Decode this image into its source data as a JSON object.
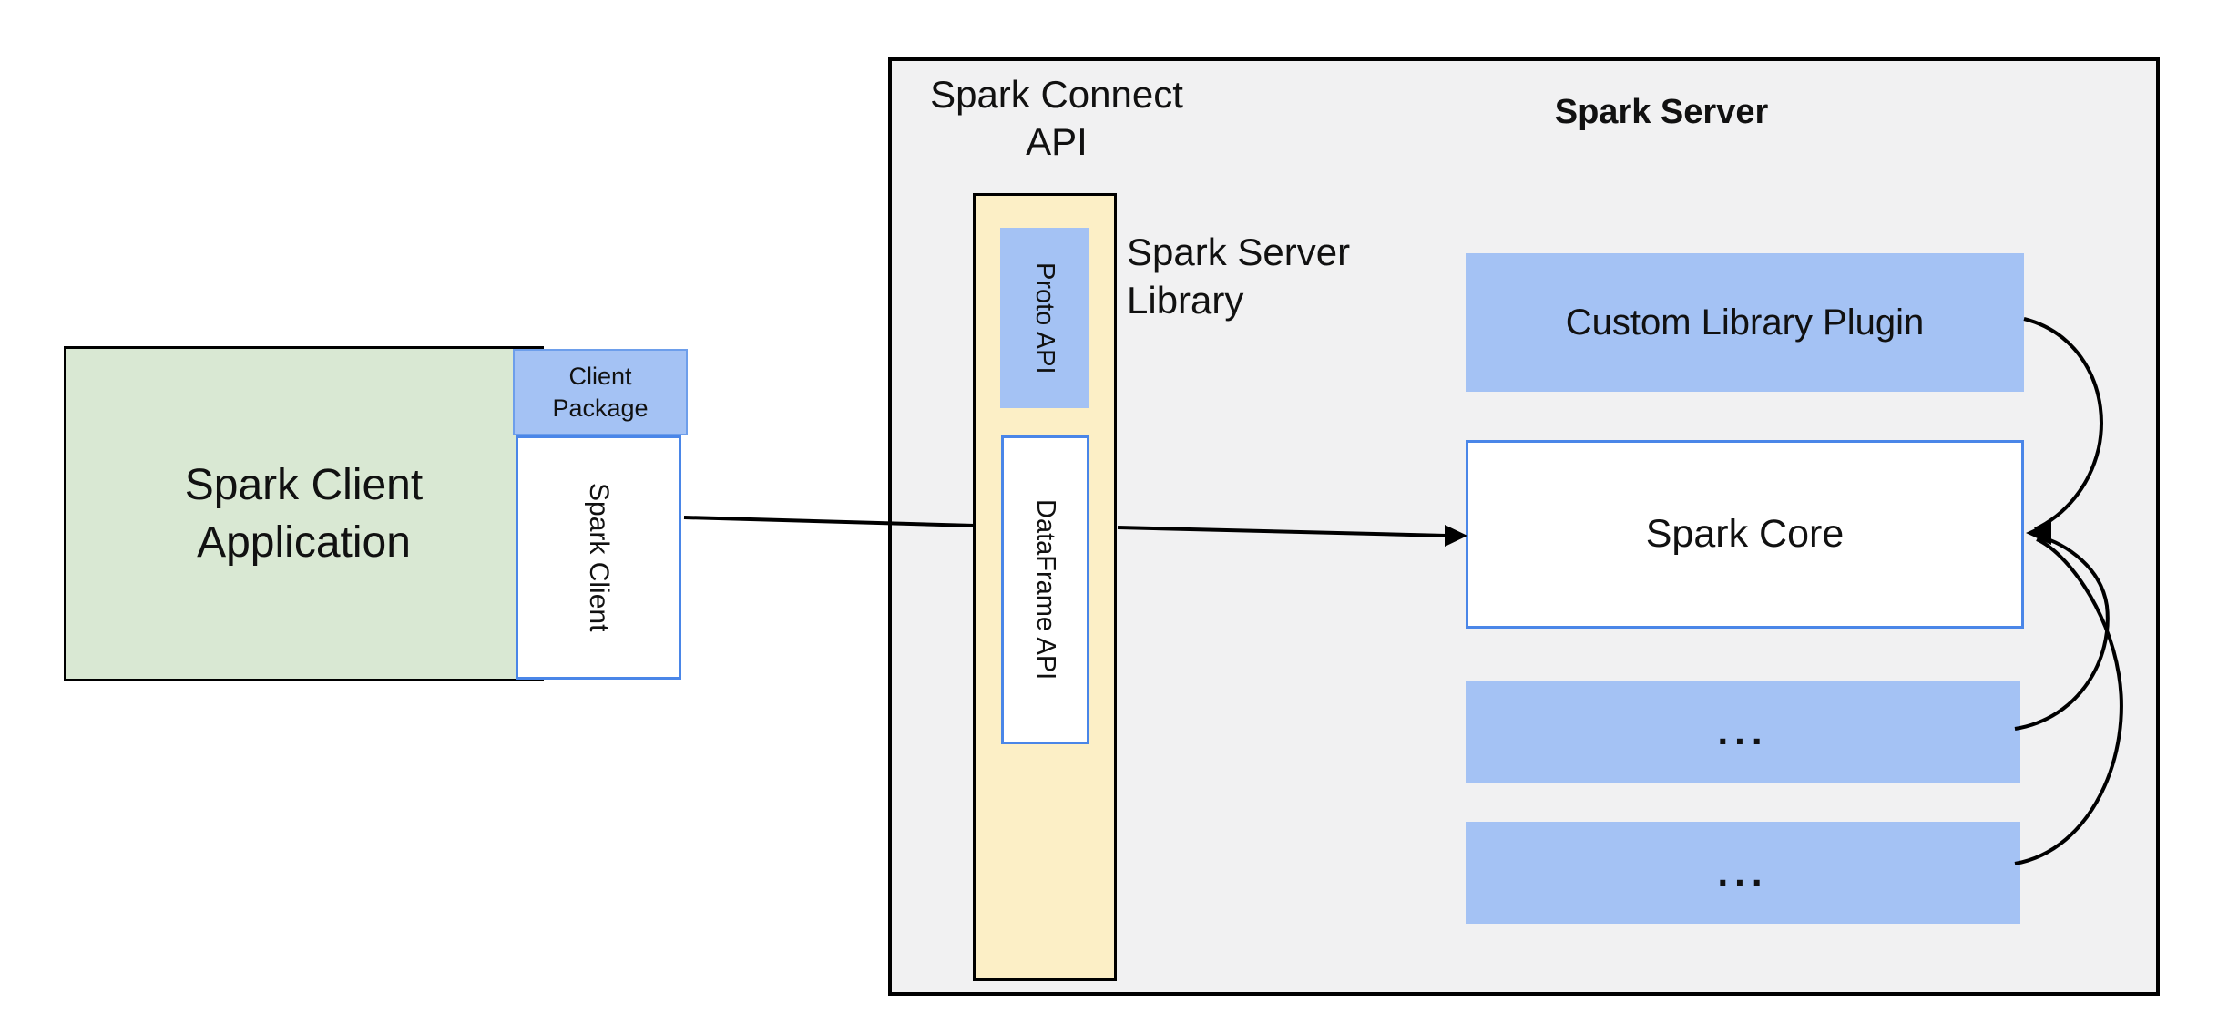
{
  "diagram": {
    "client": {
      "app_label": "Spark Client Application",
      "package_label": "Client Package",
      "client_label": "Spark Client"
    },
    "connect": {
      "api_label": "Spark Connect API",
      "proto_label": "Proto API",
      "dataframe_label": "DataFrame API",
      "server_library_label": "Spark Server Library"
    },
    "server": {
      "title": "Spark Server",
      "plugin_label": "Custom Library Plugin",
      "core_label": "Spark Core",
      "ellipsis_1": "...",
      "ellipsis_2": "..."
    },
    "colors": {
      "client_app_fill": "#d9e8d3",
      "blue_box_fill": "#a4c2f4",
      "connect_column_fill": "#fcefc6",
      "server_panel_fill": "#f1f1f2",
      "blue_border": "#4a86e8",
      "outline": "#000000"
    }
  }
}
